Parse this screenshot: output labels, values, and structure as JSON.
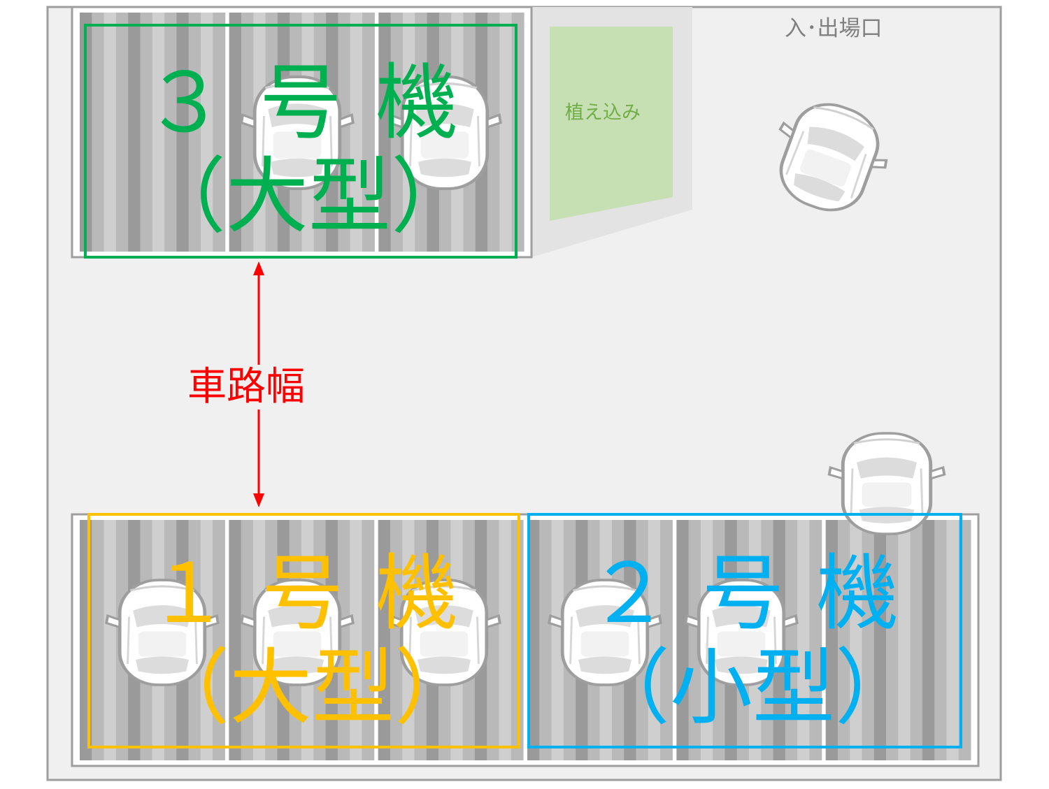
{
  "colors": {
    "ground": "#f0f0f0",
    "border": "#9e9e9e",
    "stripe_dark": "#9a9a9a",
    "stripe_light": "#b9b9b9",
    "car_body": "#ffffff",
    "car_outline": "#9e9e9e",
    "car_glass": "#dcdcdc",
    "planting": "#c6e0b4",
    "planting_text": "#70ad47",
    "unit3": "#00b050",
    "unit1": "#ffc000",
    "unit2": "#00b0f0",
    "arrow": "#ff0000",
    "entrance_text": "#7f7f7f"
  },
  "labels": {
    "unit3": {
      "c1": "３",
      "c2": "号",
      "c3": "機",
      "p1": "（",
      "p2": "大",
      "p3": "型",
      "p4": "）"
    },
    "unit1": {
      "c1": "１",
      "c2": "号",
      "c3": "機",
      "p1": "（",
      "p2": "大",
      "p3": "型",
      "p4": "）"
    },
    "unit2": {
      "c1": "２",
      "c2": "号",
      "c3": "機",
      "p1": "（",
      "p2": "小",
      "p3": "型",
      "p4": "）"
    },
    "planting": "植え込み",
    "entrance": "入･出場口",
    "lane_width": "車路幅"
  },
  "icons": [
    "car-icon",
    "double-arrow-icon"
  ]
}
